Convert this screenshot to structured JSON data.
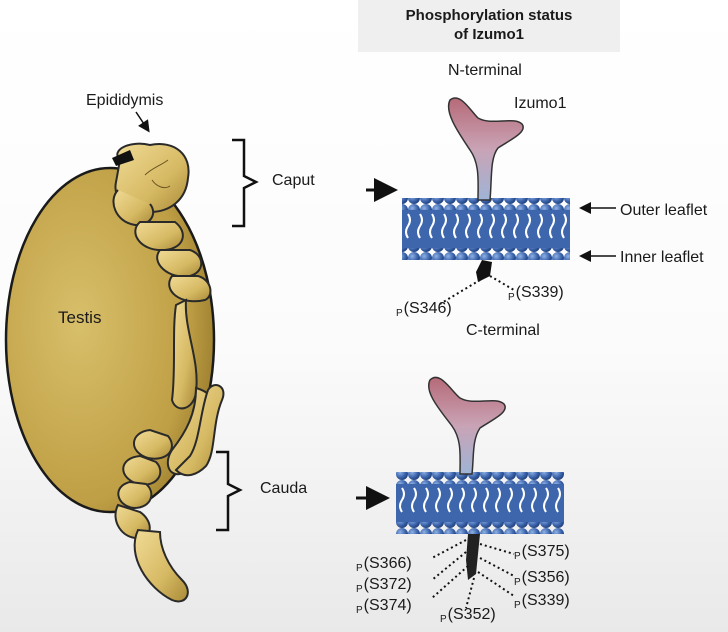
{
  "header": {
    "line1": "Phosphorylation status",
    "line2": "of Izumo1"
  },
  "labels": {
    "epididymis": "Epididymis",
    "testis": "Testis",
    "caput": "Caput",
    "cauda": "Cauda",
    "n_terminal": "N-terminal",
    "izumo1": "Izumo1",
    "outer_leaflet": "Outer leaflet",
    "inner_leaflet": "Inner leaflet",
    "c_terminal": "C-terminal"
  },
  "caput_sites": [
    {
      "p": "P",
      "site": "(S346)"
    },
    {
      "p": "P",
      "site": "(S339)"
    }
  ],
  "cauda_sites_left": [
    {
      "p": "P",
      "site": "(S366)"
    },
    {
      "p": "P",
      "site": "(S372)"
    },
    {
      "p": "P",
      "site": "(S374)"
    }
  ],
  "cauda_sites_right": [
    {
      "p": "P",
      "site": "(S375)"
    },
    {
      "p": "P",
      "site": "(S356)"
    },
    {
      "p": "P",
      "site": "(S339)"
    }
  ],
  "cauda_site_bottom": {
    "p": "P",
    "site": "(S352)"
  },
  "colors": {
    "testis_fill": "#c7a84e",
    "epididymis_fill": "#dcc278",
    "membrane_blue": "#3a63a8",
    "protein_top": "#b9707e",
    "protein_bottom": "#a8bad6"
  }
}
